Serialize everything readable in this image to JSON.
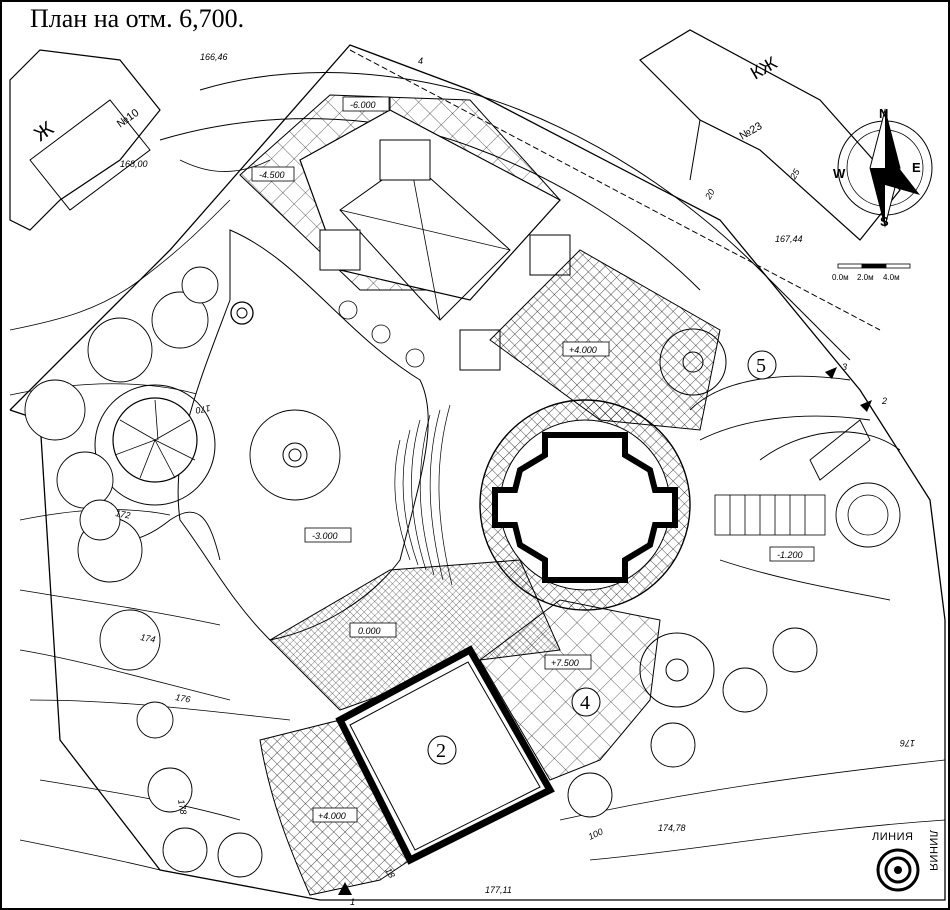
{
  "title": "План на отм. 6,700.",
  "buildings": {
    "zh_label": "Ж",
    "zh_number": "№10",
    "kzh_label": "КЖ",
    "kzh_number": "№23"
  },
  "contour_elevations": [
    "166,46",
    "168,00",
    "167,44",
    "170",
    "172",
    "174",
    "176",
    "178",
    "176",
    "174,78",
    "177,11"
  ],
  "dimensions": [
    "4",
    "20",
    "25",
    "100",
    "18"
  ],
  "level_marks": [
    "-6.000",
    "-4.500",
    "+4.000",
    "-3.000",
    "0.000",
    "+7.500",
    "-1.200",
    "+4.000"
  ],
  "zone_numbers": [
    "2",
    "4",
    "5"
  ],
  "section_marks": [
    "1",
    "2",
    "3"
  ],
  "compass": {
    "n": "N",
    "s": "S",
    "e": "E",
    "w": "W"
  },
  "scale_bar": {
    "labels": [
      "0.0м",
      "2.0м",
      "4.0м"
    ]
  },
  "logo": {
    "text_a": "ЛИНИЯ",
    "text_b": "ЛИНИЯ"
  }
}
